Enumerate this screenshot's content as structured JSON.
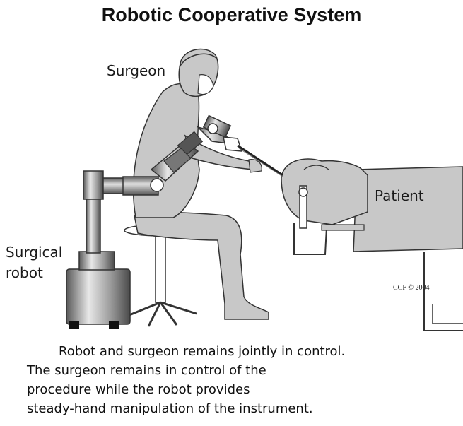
{
  "title": "Robotic Cooperative System",
  "labels": {
    "surgeon": "Surgeon",
    "patient": "Patient",
    "robot_line1": "Surgical",
    "robot_line2": "robot",
    "copyright": "CCF © 2004"
  },
  "caption": [
    "Robot and surgeon remains  jointly in control.",
    "The surgeon remains in control of the",
    "procedure while the robot provides",
    "steady-hand manipulation of the  instrument."
  ],
  "colors": {
    "figure_fill": "#c8c8c8",
    "outline": "#333333",
    "robot_metal": "#8c8c8c",
    "background": "#ffffff"
  }
}
